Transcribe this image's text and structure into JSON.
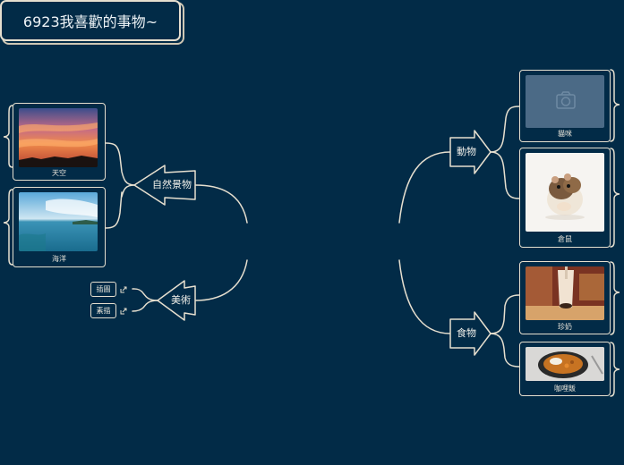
{
  "central": {
    "title": "6923我喜歡的事物~"
  },
  "branches": {
    "nature": {
      "label": "自然景物",
      "children": [
        {
          "caption": "天空",
          "image": "sunset-sky-photo"
        },
        {
          "caption": "海洋",
          "image": "ocean-bay-photo"
        }
      ]
    },
    "art": {
      "label": "美術",
      "children": [
        {
          "label": "插圖"
        },
        {
          "label": "素描"
        }
      ]
    },
    "animals": {
      "label": "動物",
      "children": [
        {
          "caption": "貓咪",
          "image": "camera-placeholder-icon"
        },
        {
          "caption": "倉鼠",
          "image": "hamster-photo"
        }
      ]
    },
    "food": {
      "label": "食物",
      "children": [
        {
          "caption": "珍奶",
          "image": "bubble-tea-photo"
        },
        {
          "caption": "咖哩飯",
          "image": "curry-rice-photo"
        }
      ]
    }
  },
  "colors": {
    "background": "#022b47",
    "line": "#e6dfcf"
  }
}
